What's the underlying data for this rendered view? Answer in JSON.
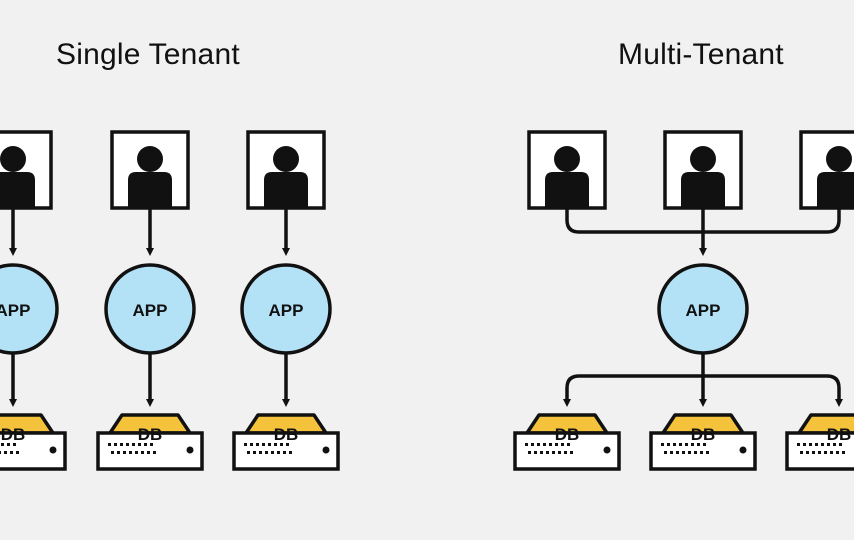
{
  "titles": {
    "single": "Single Tenant",
    "multi": "Multi-Tenant"
  },
  "labels": {
    "app": "APP",
    "db": "DB"
  },
  "colors": {
    "background": "#f1f1f1",
    "app_fill": "#b3e1f6",
    "db_top": "#f5c33b",
    "stroke": "#111111",
    "user_box": "#ffffff"
  },
  "icons": {
    "user": "user-icon",
    "app": "app-circle",
    "db": "database-icon"
  }
}
